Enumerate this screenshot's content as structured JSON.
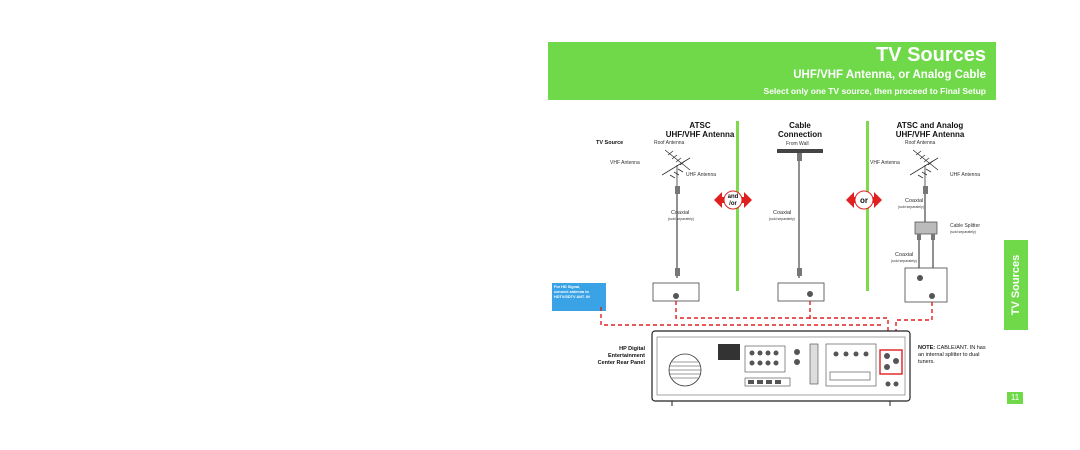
{
  "header": {
    "title": "TV Sources",
    "subtitle": "UHF/VHF Antenna, or Analog Cable",
    "instruction": "Select only one TV source, then proceed to Final Setup"
  },
  "columns": {
    "atsc": {
      "title_line1": "ATSC",
      "title_line2": "UHF/VHF Antenna"
    },
    "cable": {
      "title_line1": "Cable",
      "title_line2": "Connection"
    },
    "analog": {
      "title_line1": "ATSC and Analog",
      "title_line2": "UHF/VHF Antenna"
    }
  },
  "labels": {
    "tv_source": "TV Source",
    "roof_antenna": "Roof Antenna",
    "vhf_antenna": "VHF Antenna",
    "uhf_antenna": "UHF Antenna",
    "from_wall": "From Wall",
    "coaxial": "Coaxial",
    "sold_separately": "(sold separately)",
    "cable_splitter": "Cable Splitter",
    "and_or": "and/or",
    "or": "or"
  },
  "hd_note": {
    "line1": "For HD Signal,",
    "line2": "connect antenna to",
    "line3": "HDTV/SDTV ANT. IN"
  },
  "rear_panel": {
    "line1": "HP Digital",
    "line2": "Entertainment",
    "line3": "Center Rear Panel"
  },
  "note": {
    "label": "NOTE:",
    "text": "CABLE/ANT. IN has an internal splitter to dual tuners."
  },
  "side_tab": "TV Sources",
  "page_number": "11",
  "colors": {
    "green": "#6fd94a",
    "blue": "#3aa3e6",
    "red": "#e02020"
  }
}
